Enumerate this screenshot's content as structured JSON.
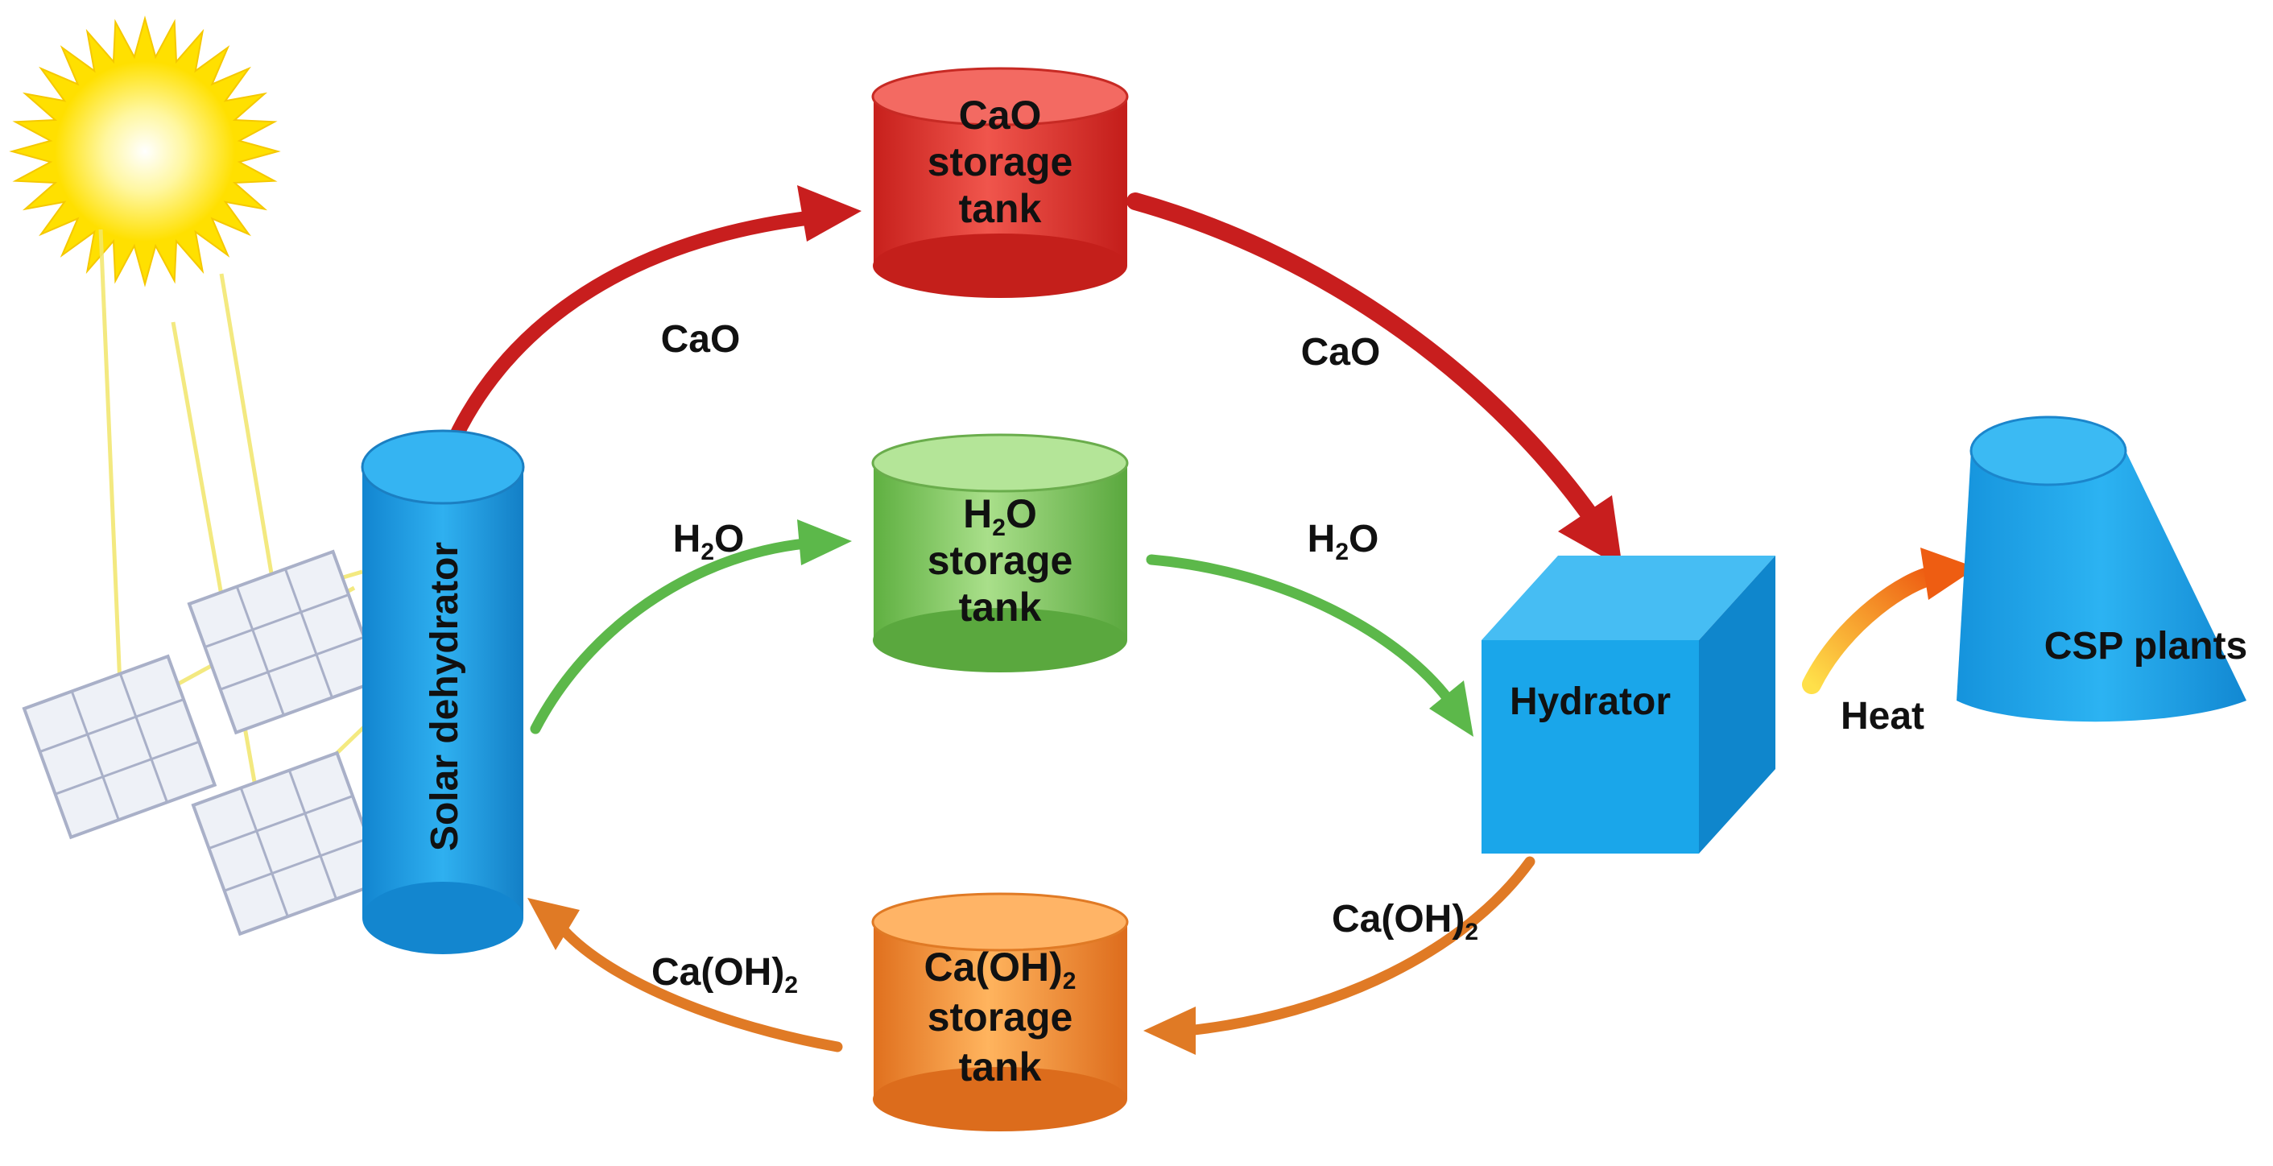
{
  "nodes": {
    "cao_tank": {
      "lines": [
        "CaO",
        "storage",
        "tank"
      ],
      "color": "#e8403a"
    },
    "h2o_tank": {
      "line1_main": "H",
      "line1_sub": "2",
      "line1_rest": "O",
      "lines": [
        "storage",
        "tank"
      ],
      "color": "#7cc95a"
    },
    "caoh2_tank": {
      "line1_main": "Ca(OH)",
      "line1_sub": "2",
      "lines": [
        "storage",
        "tank"
      ],
      "color": "#f39a3a"
    },
    "solar_dehydrator": {
      "label": "Solar dehydrator",
      "color": "#1f9fe0"
    },
    "hydrator": {
      "label": "Hydrator",
      "color": "#1aa6ea"
    },
    "csp_plants": {
      "label": "CSP plants",
      "color": "#19a6ea"
    }
  },
  "flows": {
    "cao_in": {
      "label": "CaO",
      "color": "#c81e1e"
    },
    "cao_out": {
      "label": "CaO",
      "color": "#c81e1e"
    },
    "h2o_in": {
      "main": "H",
      "sub": "2",
      "rest": "O",
      "color": "#5cb84a"
    },
    "h2o_out": {
      "main": "H",
      "sub": "2",
      "rest": "O",
      "color": "#5cb84a"
    },
    "caoh2_in": {
      "main": "Ca(OH)",
      "sub": "2",
      "color": "#e07a25"
    },
    "caoh2_out": {
      "main": "Ca(OH)",
      "sub": "2",
      "color": "#e07a25"
    },
    "heat": {
      "label": "Heat",
      "color": "#f08a20"
    }
  },
  "icons": [
    "sun-icon",
    "solar-panel-icon"
  ]
}
